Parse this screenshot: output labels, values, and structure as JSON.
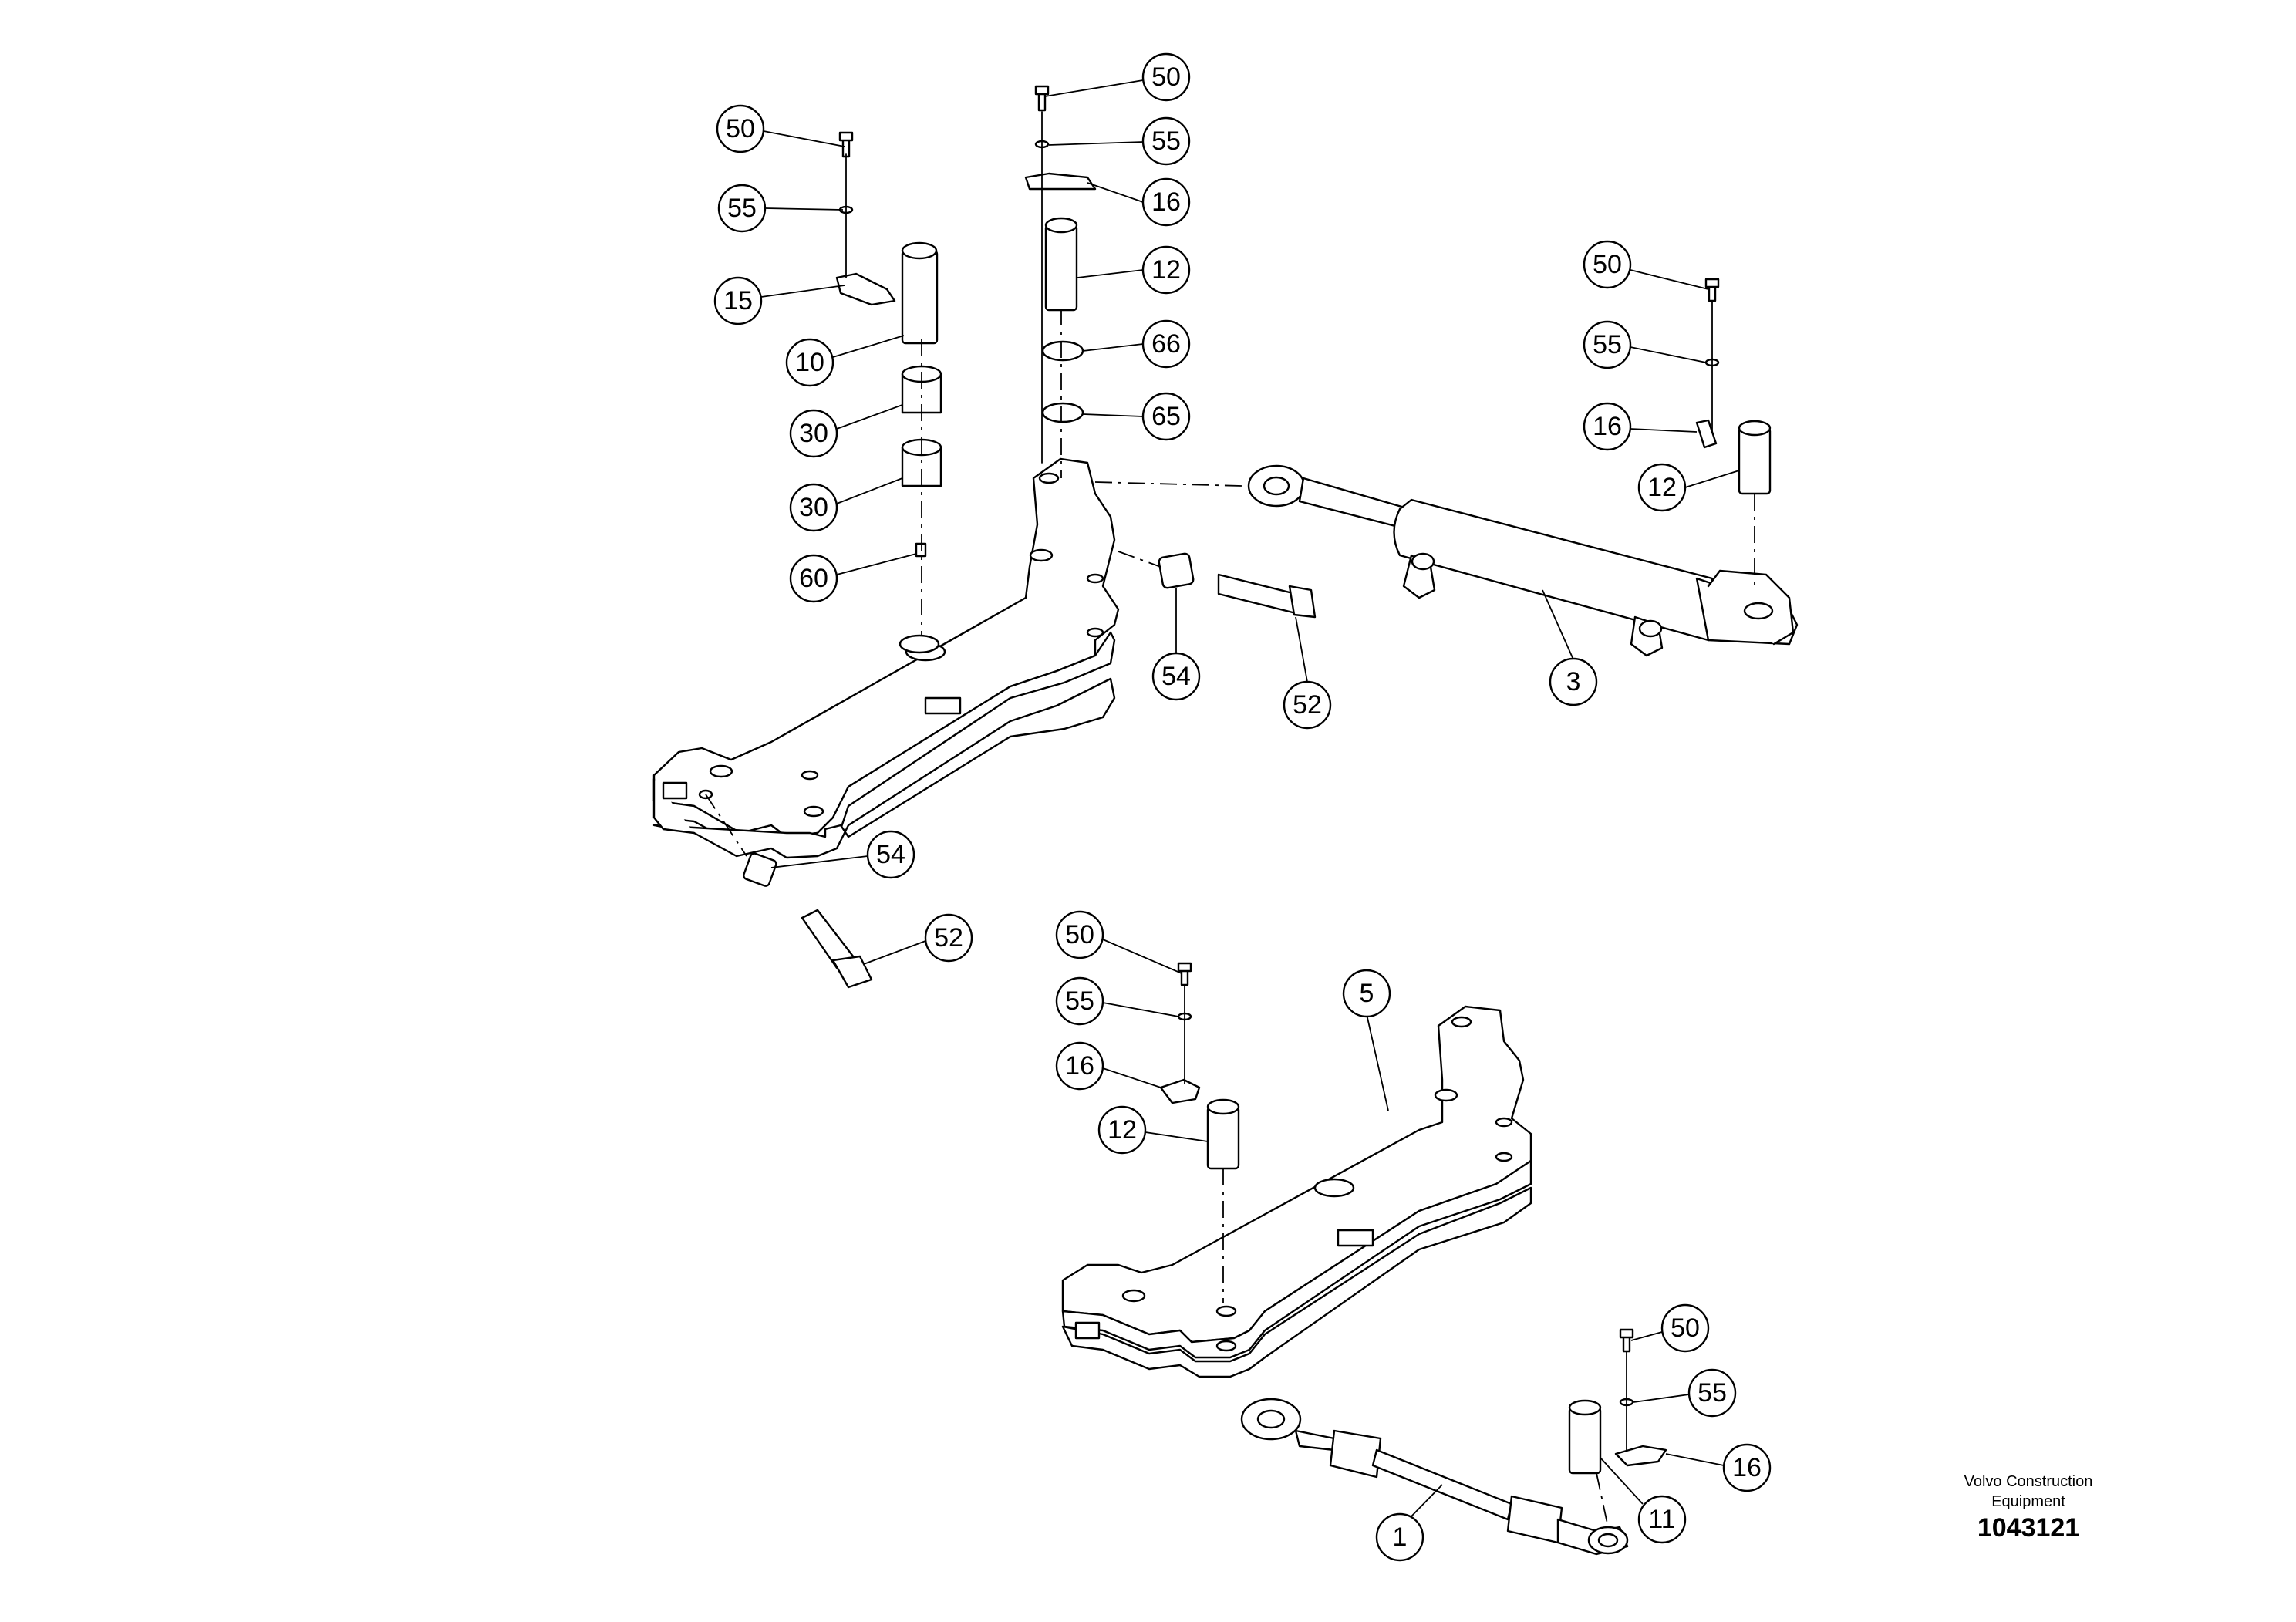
{
  "brand": {
    "line1": "Volvo Construction",
    "line2": "Equipment"
  },
  "drawing_number": "1043121",
  "callouts": [
    "50",
    "55",
    "16",
    "12",
    "66",
    "65",
    "50",
    "55",
    "15",
    "10",
    "30",
    "30",
    "60",
    "50",
    "55",
    "16",
    "12",
    "3",
    "54",
    "52",
    "54",
    "52",
    "50",
    "55",
    "16",
    "12",
    "5",
    "50",
    "55",
    "16",
    "11",
    "1"
  ]
}
